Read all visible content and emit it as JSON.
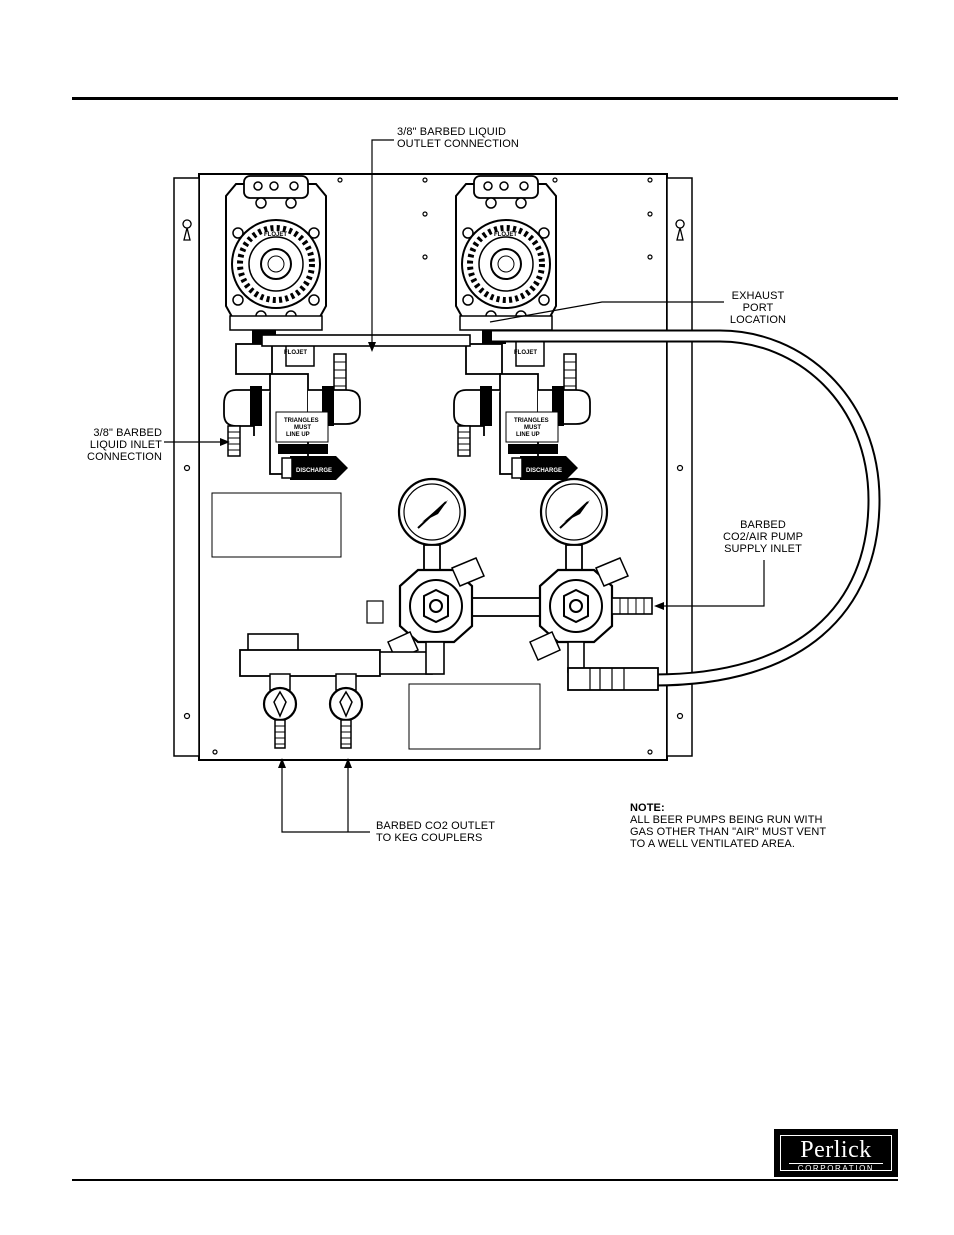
{
  "callouts": {
    "liquid_outlet": [
      "3/8\" BARBED LIQUID",
      "OUTLET CONNECTION"
    ],
    "exhaust_port": [
      "EXHAUST",
      "PORT",
      "LOCATION"
    ],
    "liquid_inlet": [
      "3/8\" BARBED",
      "LIQUID INLET",
      "CONNECTION"
    ],
    "supply_inlet": [
      "BARBED",
      "CO2/AIR PUMP",
      "SUPPLY INLET"
    ],
    "co2_outlet": [
      "BARBED CO2 OUTLET",
      "TO KEG COUPLERS"
    ]
  },
  "note": {
    "title": "NOTE:",
    "lines": [
      "ALL BEER PUMPS BEING RUN WITH",
      "GAS OTHER THAN \"AIR\" MUST VENT",
      "TO A WELL VENTILATED AREA."
    ]
  },
  "pump_marks": {
    "brand": "FLOJET",
    "triangles": [
      "TRIANGLES",
      "MUST",
      "LINE UP"
    ],
    "discharge": "DISCHARGE"
  },
  "logo": {
    "name": "Perlick",
    "sub": "CORPORATION"
  }
}
